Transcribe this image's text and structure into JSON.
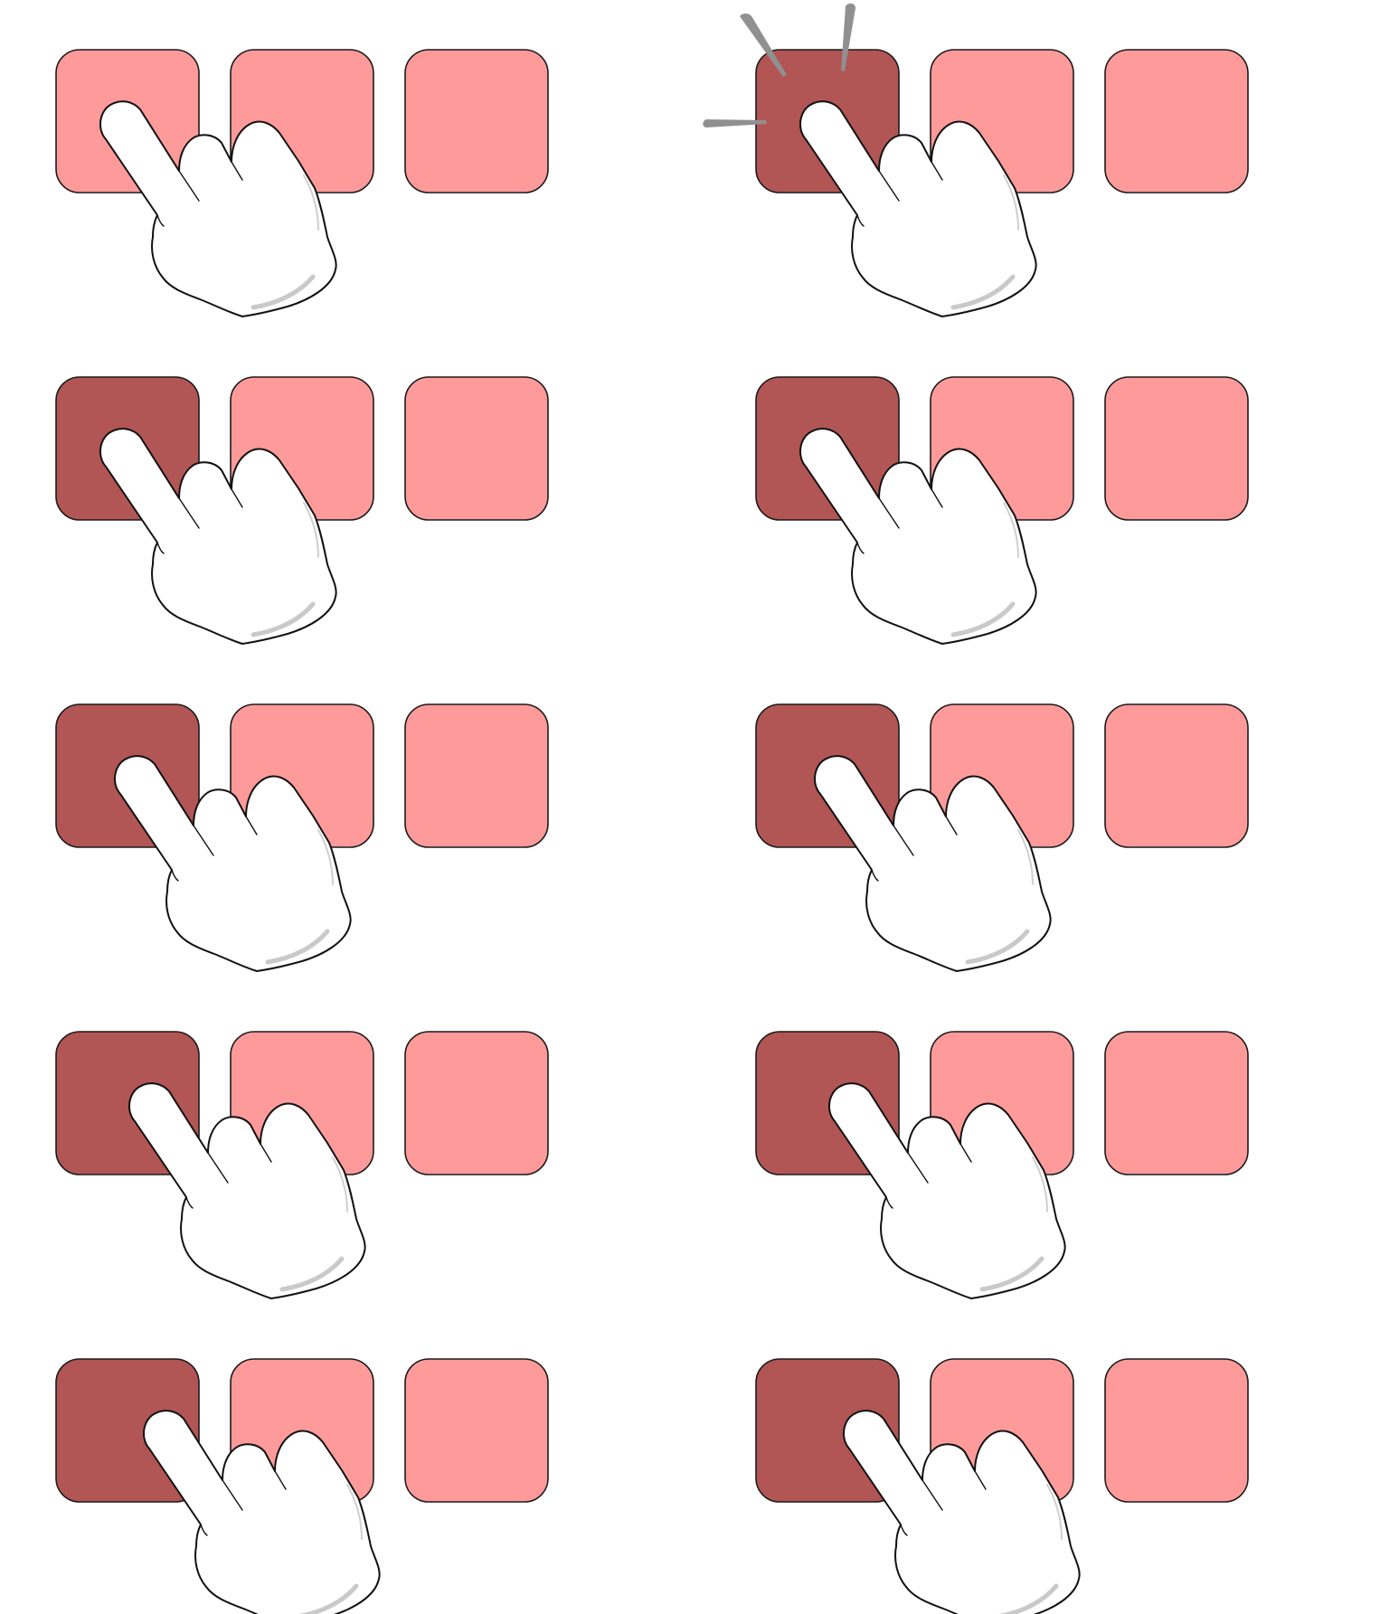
{
  "colors": {
    "background": "#ffffff",
    "key_idle": "#ff9a9a",
    "key_pressed": "#b25555",
    "key_outline": "#1a1a1a",
    "glove_fill": "#ffffff",
    "glove_outline": "#111111",
    "glove_shade": "#c9c9c9",
    "press_ray": "#909090"
  },
  "icons": {
    "hand": "pointing-glove-hand-icon",
    "press_burst": "press-burst-icon"
  },
  "frames": [
    {
      "pressed_key": null,
      "finger_slide": 0,
      "press_burst": false
    },
    {
      "pressed_key": 0,
      "finger_slide": 0,
      "press_burst": true
    },
    {
      "pressed_key": 0,
      "finger_slide": 0,
      "press_burst": false
    },
    {
      "pressed_key": 0,
      "finger_slide": 0,
      "press_burst": false
    },
    {
      "pressed_key": 0,
      "finger_slide": 0.2,
      "press_burst": false
    },
    {
      "pressed_key": 0,
      "finger_slide": 0.2,
      "press_burst": false
    },
    {
      "pressed_key": 0,
      "finger_slide": 0.4,
      "press_burst": false
    },
    {
      "pressed_key": 0,
      "finger_slide": 0.4,
      "press_burst": false
    },
    {
      "pressed_key": 0,
      "finger_slide": 0.6,
      "press_burst": false
    },
    {
      "pressed_key": 0,
      "finger_slide": 0.6,
      "press_burst": false
    }
  ],
  "keys_per_frame": 3
}
